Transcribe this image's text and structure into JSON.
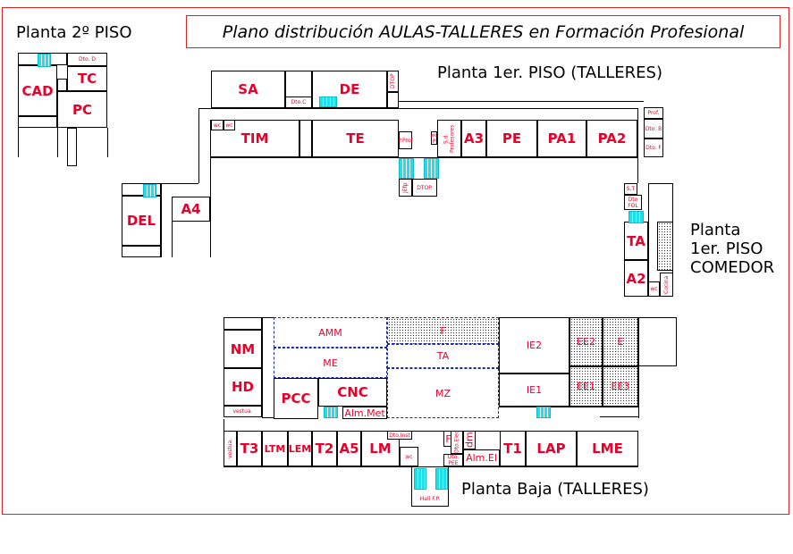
{
  "title": "Plano distribución AULAS-TALLERES en Formación Profesional",
  "floors": {
    "second": "Planta 2º PISO",
    "first": "Planta 1er. PISO (TALLERES)",
    "comedor": [
      "Planta",
      "1er. PISO",
      "COMEDOR"
    ],
    "ground": "Planta Baja (TALLERES)"
  },
  "rooms": {
    "dto_d": "Dto. D",
    "tc": "TC",
    "cad": "CAD",
    "pc": "PC",
    "sa": "SA",
    "dto_c": "Dto.C",
    "de": "DE",
    "dtop_v": "DTOP",
    "wc1": "wc",
    "wc2": "wc",
    "tim": "TIM",
    "te": "TE",
    "del": "DEL",
    "a4": "A4",
    "pprof": "P.Prof",
    "wcp": "wc P",
    "jefp": "JEfp",
    "dtop": "DTOP.",
    "sala_prof": "S.d. Profesores",
    "a3": "A3",
    "pe": "PE",
    "pa1": "PA1",
    "pa2": "PA2",
    "prof": "Prof.",
    "dto_b": "Dto. B",
    "dto_f": "Dto. F",
    "st": "S.T",
    "dto_fol": "Dto FOL",
    "ta1": "TA",
    "a2": "A2",
    "wc3": "wc",
    "cocina": "Cocina",
    "nm": "NM",
    "hd": "HD",
    "vest1": "vestua.",
    "amm": "AMM",
    "me": "ME",
    "pcc": "PCC",
    "cnc": "CNC",
    "alm_met": "Alm.Met",
    "f1": "F",
    "ta0": "TA",
    "mz": "MZ",
    "ie2": "IE2",
    "ie1": "IE1",
    "ee2": "EE2",
    "e": "E",
    "ee1": "EE1",
    "ee3": "EE3",
    "vest2": "vestua.",
    "t3": "T3",
    "ltm": "LTM",
    "lem": "LEM",
    "t2": "T2",
    "a5": "A5",
    "lm": "LM",
    "dto_inst": "Dto.Inst",
    "wc4": "wc",
    "hall": "Hall F.P.",
    "f2": "F",
    "dto_pee": "Dto. PEE",
    "vtxt": "Dto.Elec",
    "dm": "dm",
    "alm_el": "Alm.El",
    "t1": "T1",
    "lap": "LAP",
    "lme": "LME"
  },
  "colors": {
    "label": "#e8002a",
    "frame": "#dd2222",
    "stairs": "#1fe0e8",
    "dashed": "#1a2aa8"
  }
}
